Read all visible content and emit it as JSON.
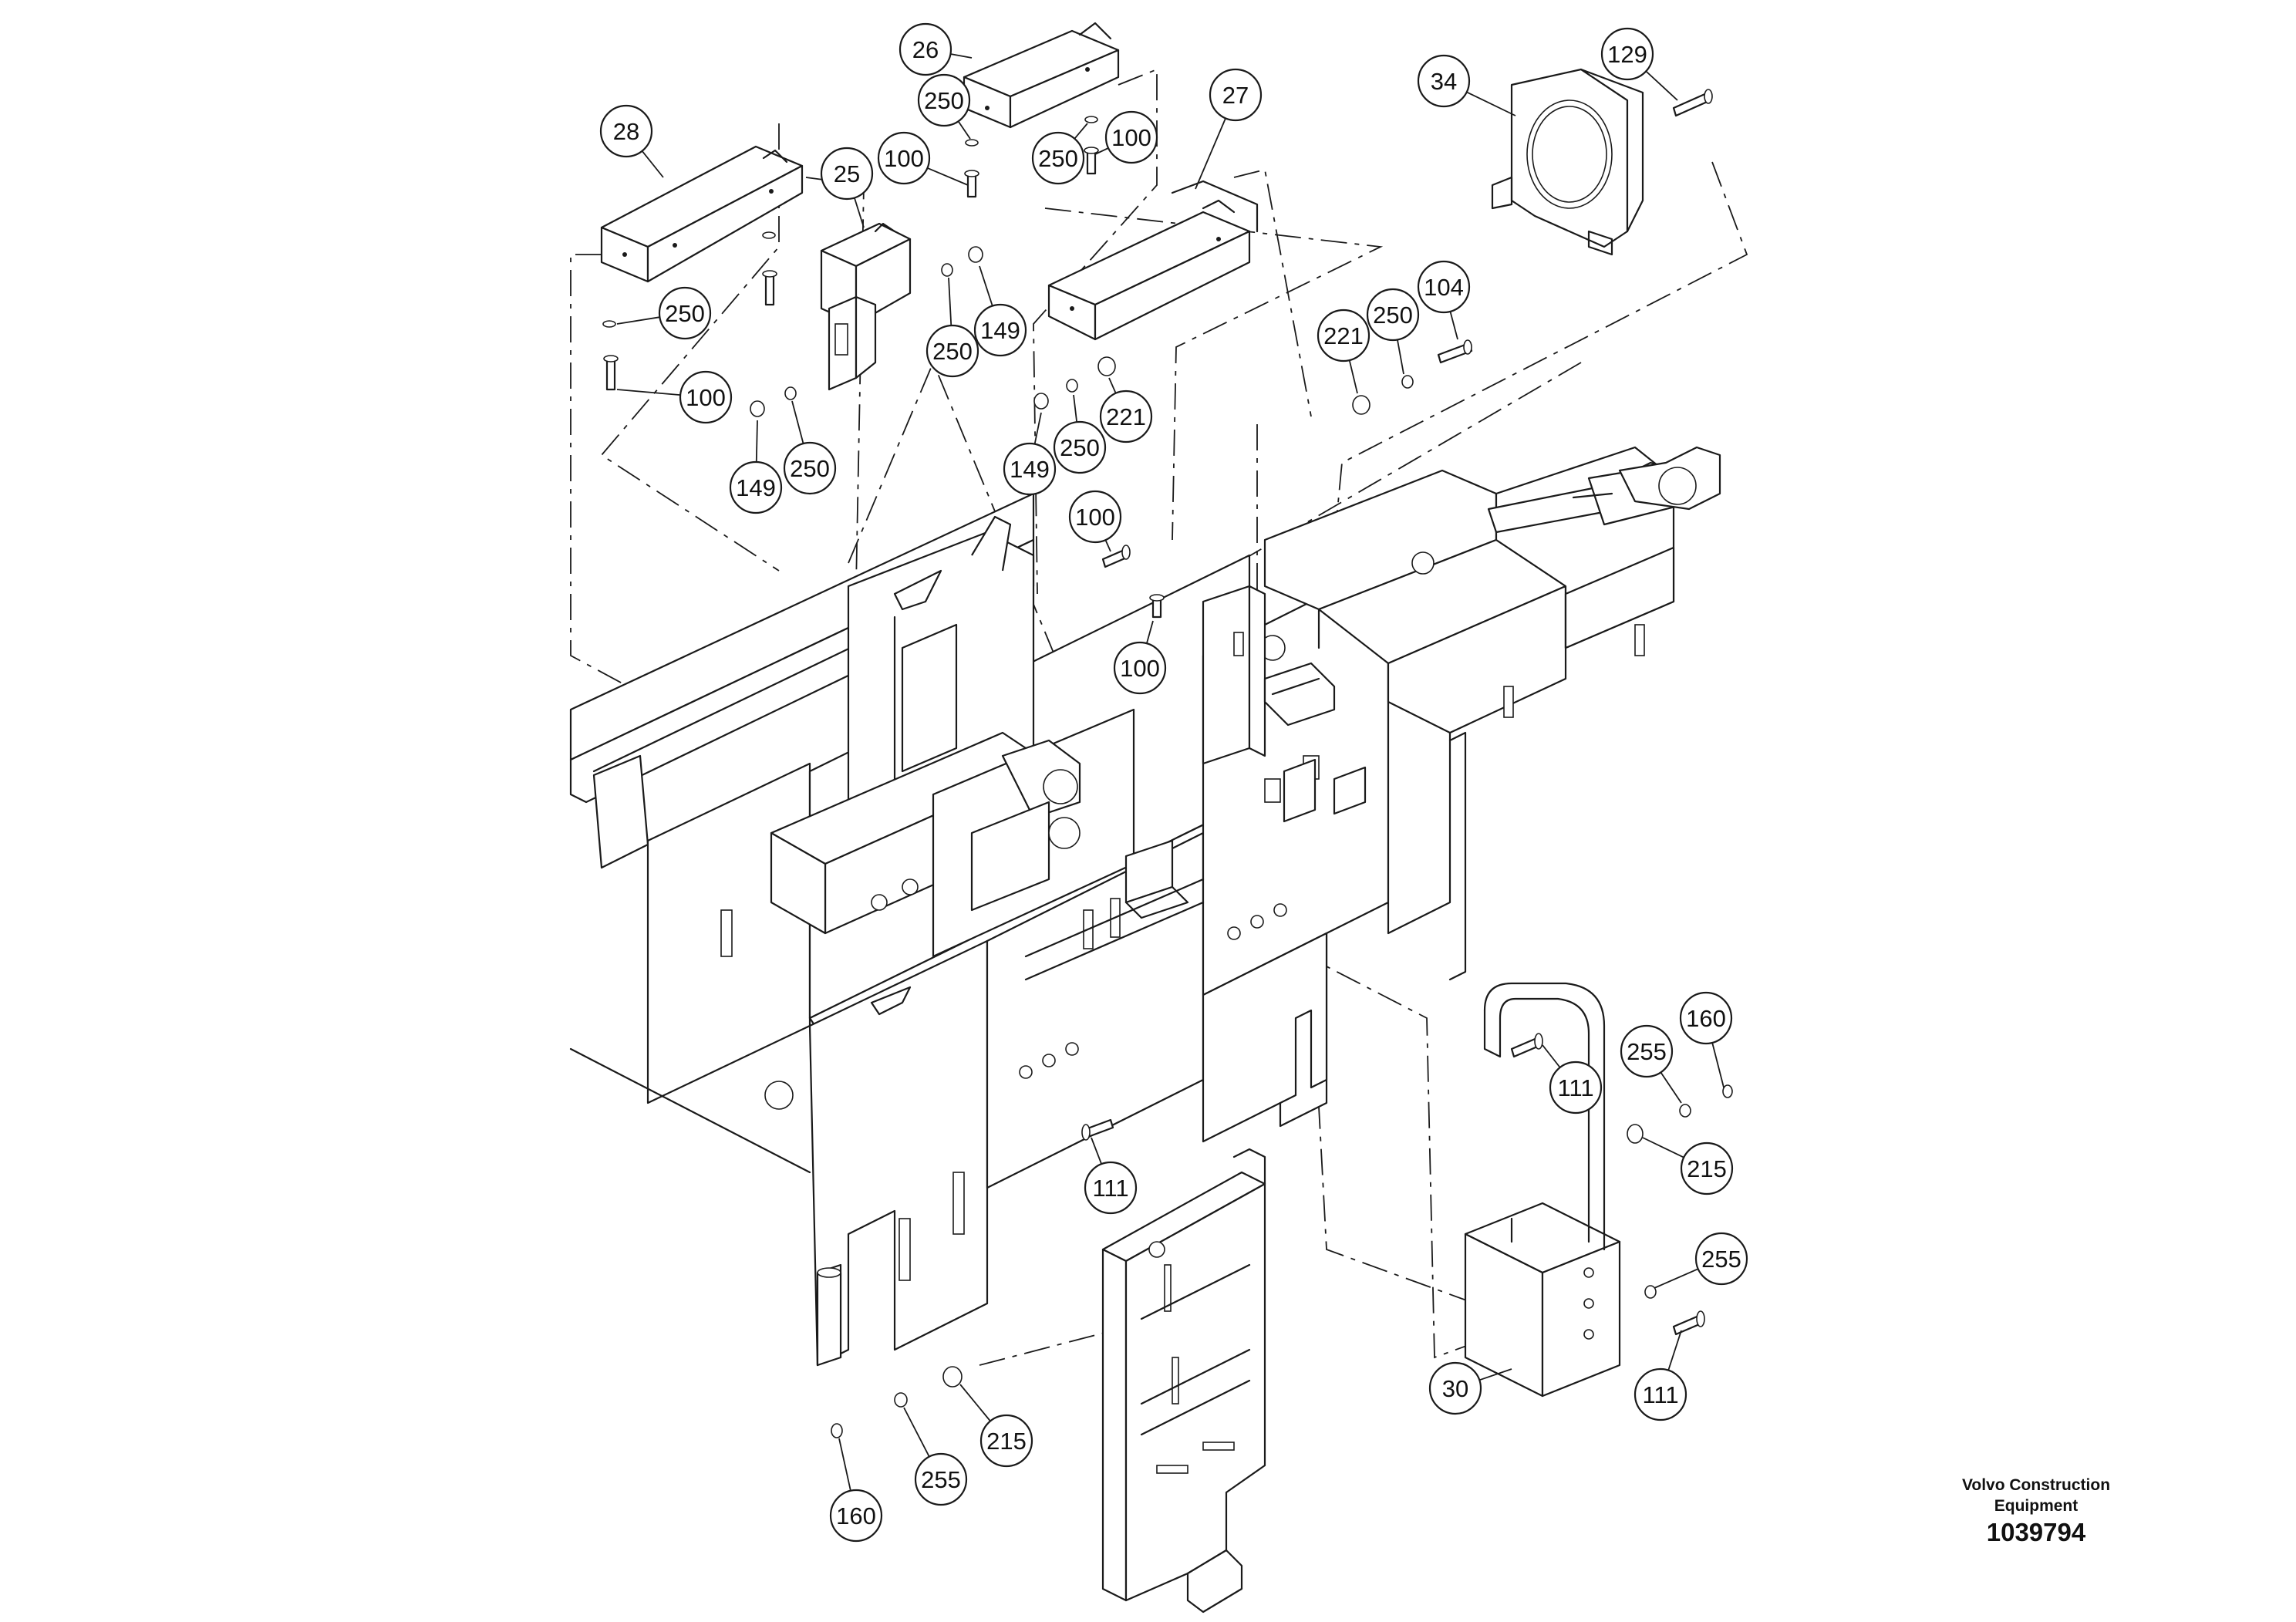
{
  "callouts": [
    {
      "label": "28"
    },
    {
      "label": "26"
    },
    {
      "label": "250"
    },
    {
      "label": "100"
    },
    {
      "label": "250"
    },
    {
      "label": "100"
    },
    {
      "label": "25"
    },
    {
      "label": "27"
    },
    {
      "label": "34"
    },
    {
      "label": "129"
    },
    {
      "label": "250"
    },
    {
      "label": "149"
    },
    {
      "label": "250"
    },
    {
      "label": "100"
    },
    {
      "label": "149"
    },
    {
      "label": "250"
    },
    {
      "label": "221"
    },
    {
      "label": "250"
    },
    {
      "label": "104"
    },
    {
      "label": "149"
    },
    {
      "label": "250"
    },
    {
      "label": "221"
    },
    {
      "label": "100"
    },
    {
      "label": "100"
    },
    {
      "label": "160"
    },
    {
      "label": "255"
    },
    {
      "label": "111"
    },
    {
      "label": "215"
    },
    {
      "label": "111"
    },
    {
      "label": "255"
    },
    {
      "label": "30"
    },
    {
      "label": "111"
    },
    {
      "label": "215"
    },
    {
      "label": "255"
    },
    {
      "label": "160"
    }
  ],
  "footer": {
    "company_line1": "Volvo Construction",
    "company_line2": "Equipment",
    "drawing_number": "1039794"
  }
}
